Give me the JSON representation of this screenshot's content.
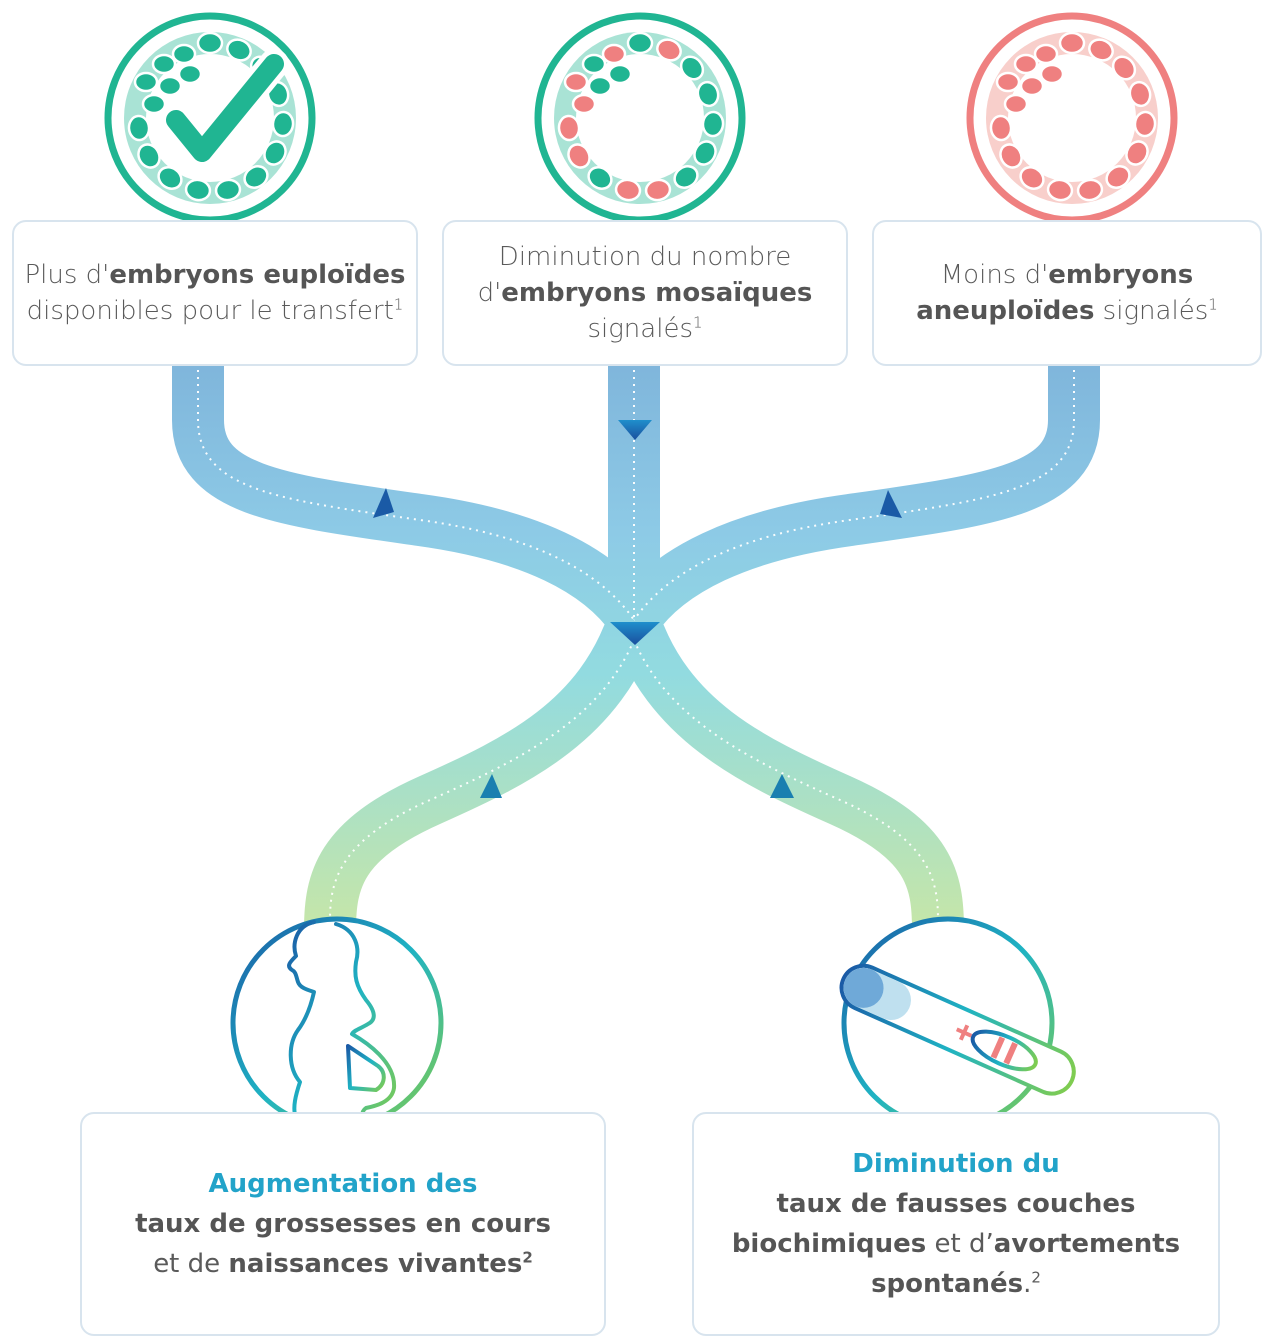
{
  "top_boxes": [
    {
      "line1_pre": "Plus d'",
      "line1_bold": "embryons euploïdes",
      "line2": "disponibles pour le transfert",
      "sup": "1"
    },
    {
      "line1": "Diminution du nombre",
      "line2_pre": "d'",
      "line2_bold": "embryons mosaïques",
      "line3": "signalés",
      "sup": "1"
    },
    {
      "line1_pre": "Moins d'",
      "line1_bold": "embryons",
      "line2_bold": "aneuploïdes",
      "line2_post": " signalés",
      "sup": "1"
    }
  ],
  "bottom_boxes": [
    {
      "lead": "Augmentation des",
      "line2_bold": "taux de grossesses en cours",
      "line3_pre": "et de ",
      "line3_bold": "naissances vivantes",
      "sup": "2"
    },
    {
      "lead": "Diminution du",
      "line2_bold": "taux de fausses couches",
      "line3_bold_a": "biochimiques",
      "line3_mid": " et d’",
      "line3_bold_b": "avortements",
      "line4_bold": "spontanés",
      "line4_post": ".",
      "sup": "2"
    }
  ],
  "icons": {
    "top": [
      "euploid-embryo-check-icon",
      "mosaic-embryo-icon",
      "aneuploid-embryo-icon"
    ],
    "bottom": [
      "pregnant-woman-icon",
      "pregnancy-test-icon"
    ]
  },
  "colors": {
    "teal": "#20b592",
    "teal_light": "#9fdfd0",
    "coral": "#ef8080",
    "coral_light": "#f8c9c5",
    "flow_top": "#7fb8dc",
    "flow_mid": "#8fd4e4",
    "flow_bottom": "#bfe3a8",
    "arrow_blue": "#1a5aa6",
    "box_border": "#d8e4ee",
    "lead_text": "#22a3c9"
  }
}
